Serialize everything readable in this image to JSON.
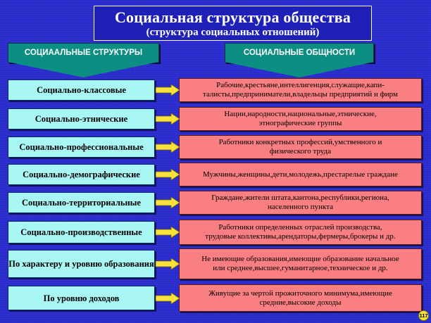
{
  "title": {
    "main": "Социальная структура общества",
    "sub": "(структура социальных отношений)"
  },
  "headers": {
    "left": "СОЦИААЛЬНЫЕ СТРУКТУРЫ",
    "right": "СОЦИАЛЬНЫЕ ОБЩНОСТИ"
  },
  "rows": [
    {
      "structure": "Социально-классовые",
      "community": "Рабочие,крестьяне,интеллигенция,служащие,капи-\nталисты,предприниматели,владельцы предприятий и фирм"
    },
    {
      "structure": "Социально-этнические",
      "community": "Нации,народности,национальные,этнические,\nэтнографические группы"
    },
    {
      "structure": "Социально-профессиональные",
      "community": "Работники конкретных профессий,умственного и\nфизического труда"
    },
    {
      "structure": "Социально-демографические",
      "community": "Мужчины,женщины,дети,молодежь,престарелые граждане"
    },
    {
      "structure": "Социально-территориальные",
      "community": "Граждане,жители штата,кантона,республики,региона,\nнаселенного пункта"
    },
    {
      "structure": "Социально-производственные",
      "community": "Работники определенных отраслей производства,\nтрудовые коллективы,арендаторы,фермеры,брокеры и др."
    },
    {
      "structure": "По характеру и уровню образования",
      "community": "Не имеющие образования,имеющие образование начальное\nили среднее,высшее,гуманитарное,техническое и др."
    },
    {
      "structure": "По уровню доходов",
      "community": "Живущие за чертой прожиточного минимума,имеющие\nсредние,высокие доходы"
    }
  ],
  "page_number": "117",
  "colors": {
    "background": "#2a2ccf",
    "header": "#0c8f82",
    "left_box": "#a9f7f5",
    "right_box": "#fa7f82",
    "arrow": "#f6e23a"
  }
}
